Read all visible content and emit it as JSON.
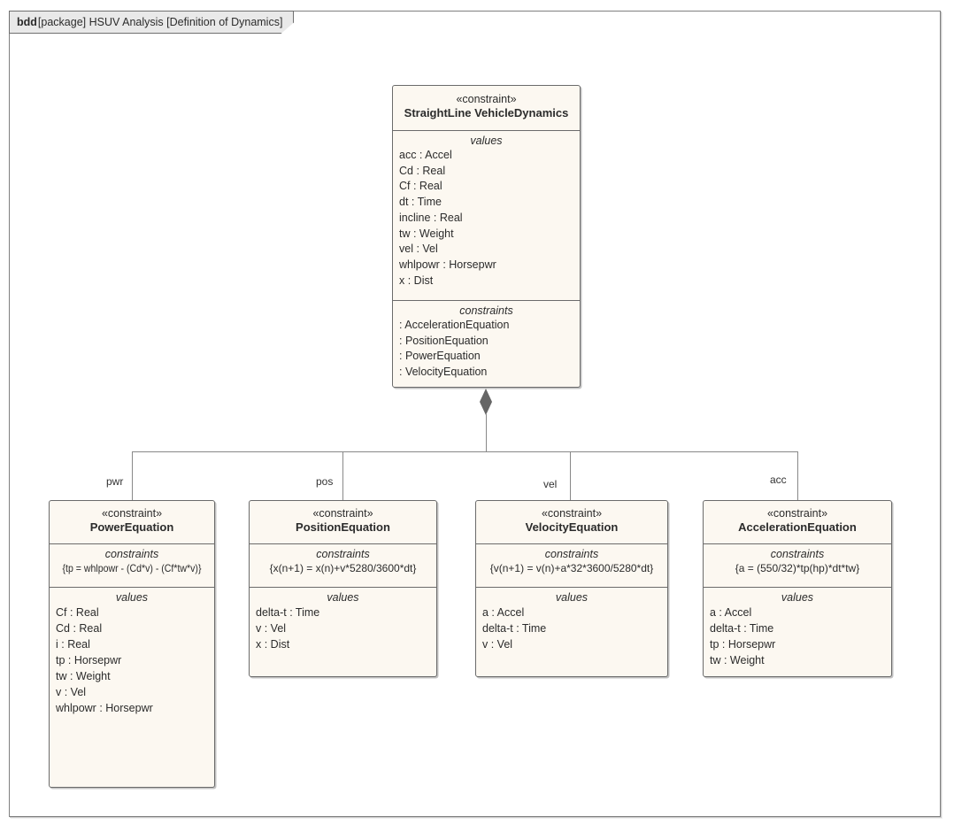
{
  "frame": {
    "tab_keyword": "bdd",
    "tab_text": "[package] HSUV Analysis [Definition of Dynamics]"
  },
  "colors": {
    "block_fill": "#FCF8F1",
    "block_border": "#6B6B6B",
    "connector_line": "#888888",
    "diamond_fill": "#666666",
    "tab_fill": "#E9E9E9",
    "text": "#2B2B2B"
  },
  "main_block": {
    "stereotype": "«constraint»",
    "name": "StraightLine VehicleDynamics",
    "values_label": "values",
    "values": [
      "acc : Accel",
      "Cd : Real",
      "Cf : Real",
      "dt : Time",
      "incline : Real",
      "tw : Weight",
      "vel : Vel",
      "whlpowr : Horsepwr",
      "x : Dist"
    ],
    "constraints_label": "constraints",
    "constraints": [
      ": AccelerationEquation",
      ": PositionEquation",
      ": PowerEquation",
      ": VelocityEquation"
    ]
  },
  "children": [
    {
      "role": "pwr",
      "stereotype": "«constraint»",
      "name": "PowerEquation",
      "constraints_label": "constraints",
      "expression": "{tp = whlpowr - (Cd*v) - (Cf*tw*v)}",
      "values_label": "values",
      "values": [
        "Cf : Real",
        "Cd : Real",
        "i : Real",
        "tp : Horsepwr",
        "tw : Weight",
        "v : Vel",
        "whlpowr : Horsepwr"
      ]
    },
    {
      "role": "pos",
      "stereotype": "«constraint»",
      "name": "PositionEquation",
      "constraints_label": "constraints",
      "expression": "{x(n+1) = x(n)+v*5280/3600*dt}",
      "values_label": "values",
      "values": [
        "delta-t : Time",
        "v : Vel",
        "x : Dist"
      ]
    },
    {
      "role": "vel",
      "stereotype": "«constraint»",
      "name": "VelocityEquation",
      "constraints_label": "constraints",
      "expression": "{v(n+1) = v(n)+a*32*3600/5280*dt}",
      "values_label": "values",
      "values": [
        "a : Accel",
        "delta-t : Time",
        "v : Vel"
      ]
    },
    {
      "role": "acc",
      "stereotype": "«constraint»",
      "name": "AccelerationEquation",
      "constraints_label": "constraints",
      "expression": "{a = (550/32)*tp(hp)*dt*tw}",
      "values_label": "values",
      "values": [
        "a : Accel",
        "delta-t : Time",
        "tp : Horsepwr",
        "tw : Weight"
      ]
    }
  ]
}
